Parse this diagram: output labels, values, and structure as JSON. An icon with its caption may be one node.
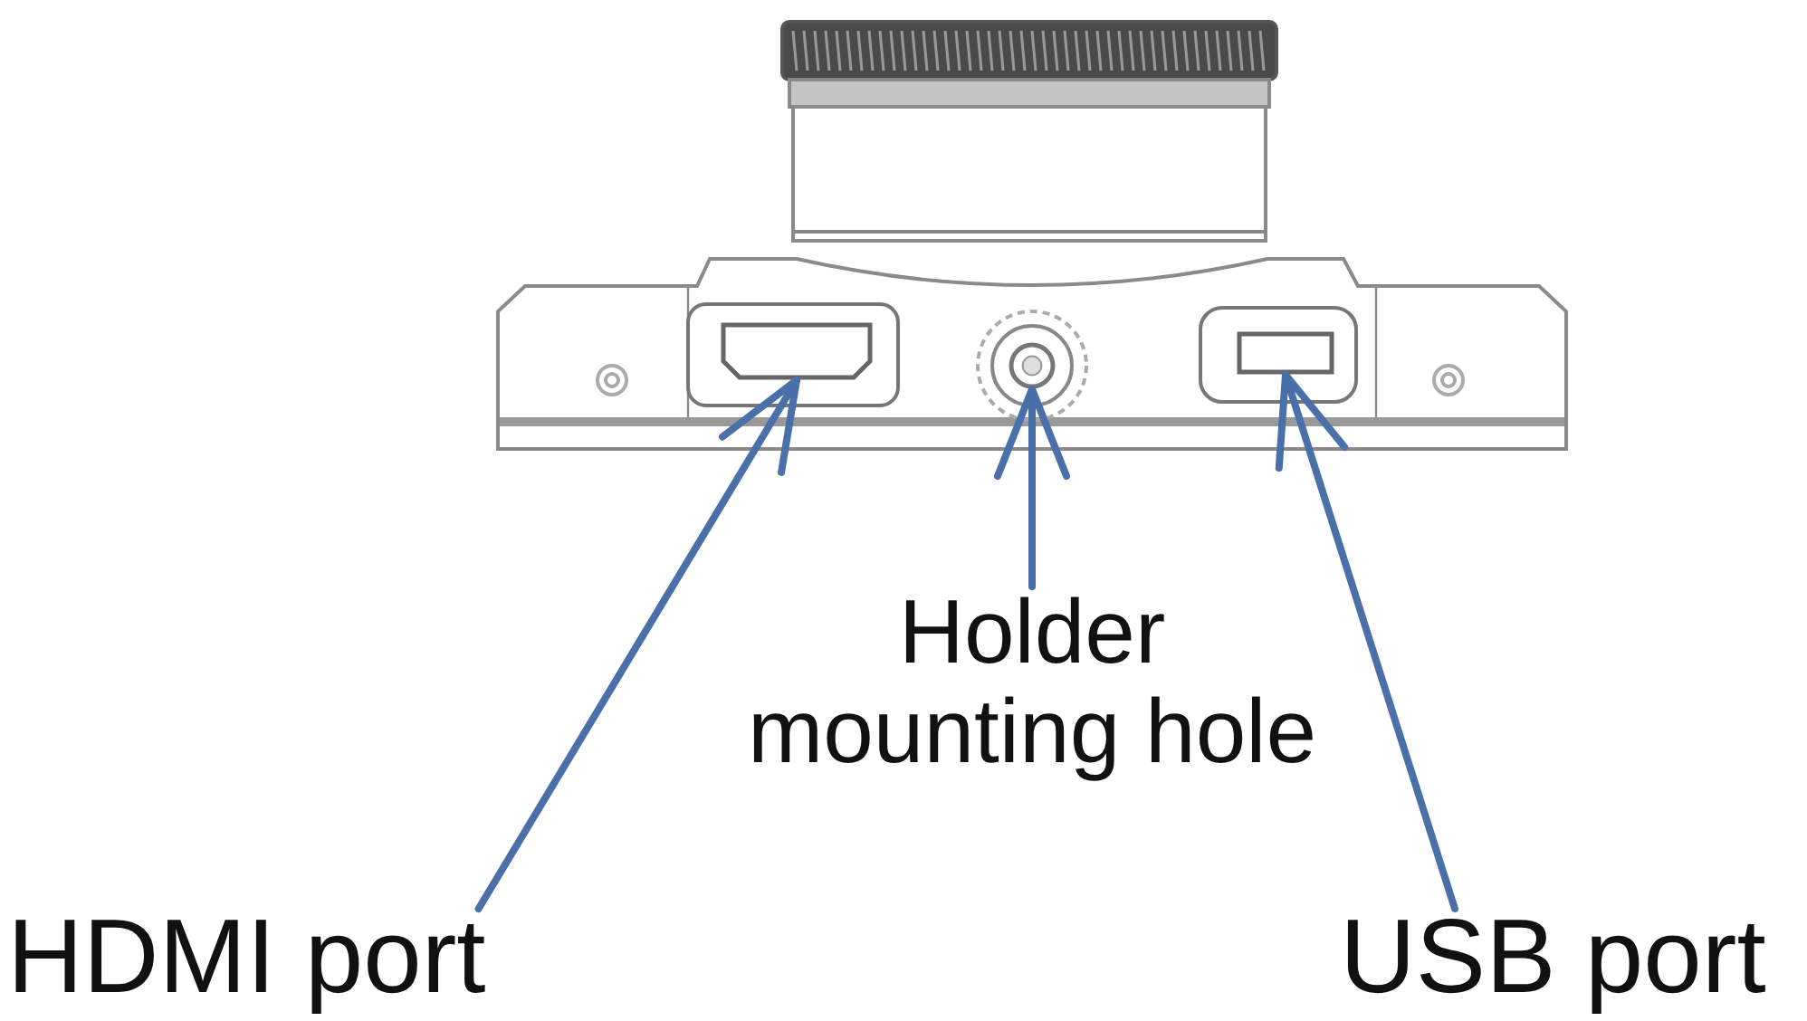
{
  "diagram": {
    "nodes": [
      {
        "text": [],
        "shape": "box"
      },
      {
        "text": [],
        "shape": "circle"
      },
      {
        "text": [],
        "shape": "box"
      },
      {
        "text": [
          "Holder mounting hole"
        ]
      },
      {
        "text": [
          "HDMI port"
        ]
      },
      {
        "text": [
          "USB port"
        ]
      }
    ],
    "edges": [
      {
        "from": 4,
        "to": 0,
        "arrow": "to"
      },
      {
        "from": 3,
        "to": 1,
        "arrow": "to"
      },
      {
        "from": 5,
        "to": 2,
        "arrow": "to"
      }
    ]
  }
}
